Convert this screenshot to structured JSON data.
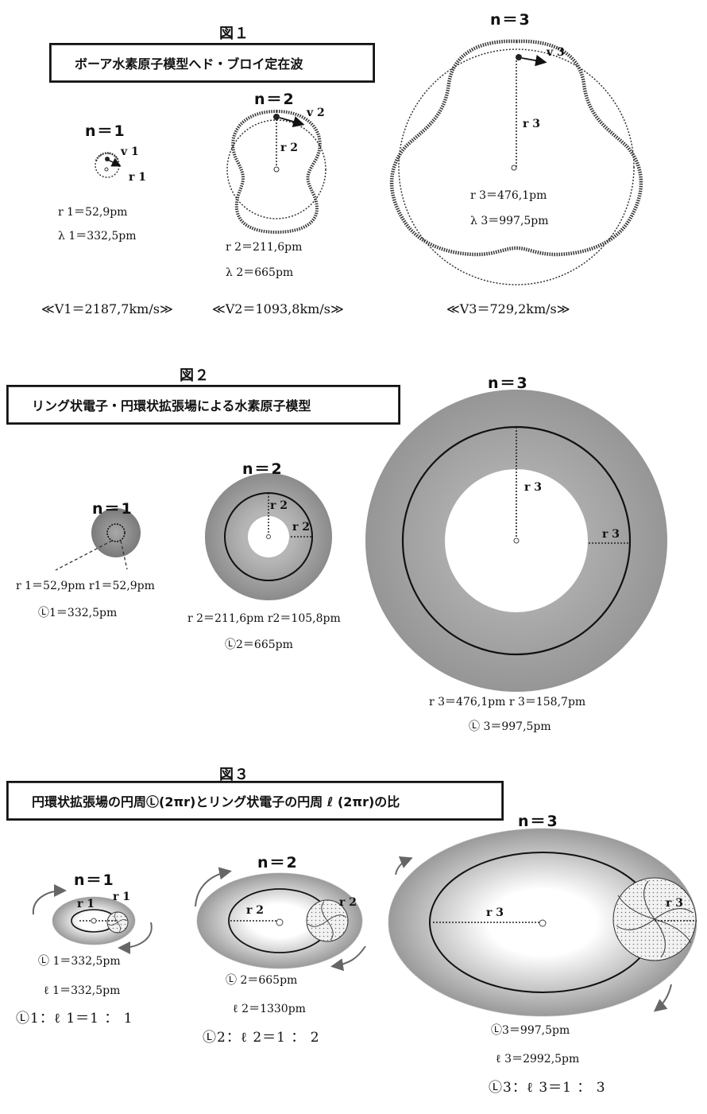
{
  "fig1": {
    "title": "図１",
    "caption": "ボーア水素原子模型へド・ブロイ定在波",
    "n1": {
      "label": "n＝1",
      "v": "v 1",
      "r": "r 1",
      "r_value": "r 1＝52,9pm",
      "lambda_value": "λ 1＝332,5pm",
      "velocity": "≪V1＝2187,7km/s≫"
    },
    "n2": {
      "label": "n＝2",
      "v": "v 2",
      "r": "r 2",
      "r_value": "r 2＝211,6pm",
      "lambda_value": "λ 2＝665pm",
      "velocity": "≪V2＝1093,8km/s≫"
    },
    "n3": {
      "label": "n＝3",
      "v": "v 3",
      "r": "r 3",
      "r_value": "r 3＝476,1pm",
      "lambda_value": "λ 3＝997,5pm",
      "velocity": "≪V3＝729,2km/s≫"
    }
  },
  "fig2": {
    "title": "図２",
    "caption": "リング状電子・円環状拡張場による水素原子模型",
    "n1": {
      "label": "n＝1",
      "r_values": "r 1＝52,9pm  r1＝52,9pm",
      "L_value": "Ⓛ1＝332,5pm"
    },
    "n2": {
      "label": "n＝2",
      "r": "r 2",
      "rr": "r 2",
      "r_values": "r 2＝211,6pm  r2＝105,8pm",
      "L_value": "Ⓛ2＝665pm"
    },
    "n3": {
      "label": "n＝3",
      "r": "r 3",
      "rr": "r 3",
      "r_values": "r 3＝476,1pm  r 3＝158,7pm",
      "L_value": "Ⓛ 3＝997,5pm"
    }
  },
  "fig3": {
    "title": "図３",
    "caption": "円環状拡張場の円周Ⓛ(2πr)とリング状電子の円周 ℓ (2πr)の比",
    "n1": {
      "label": "n＝1",
      "r": "r 1",
      "rr": "r 1",
      "L_value": "Ⓛ 1＝332,5pm",
      "l_value": "ℓ 1＝332,5pm",
      "ratio": "Ⓛ1：ℓ 1＝1 ： 1"
    },
    "n2": {
      "label": "n＝2",
      "r": "r 2",
      "rr": "r 2",
      "L_value": "Ⓛ 2＝665pm",
      "l_value": "ℓ 2＝1330pm",
      "ratio": "Ⓛ2：ℓ 2＝1 ： 2"
    },
    "n3": {
      "label": "n＝3",
      "r": "r 3",
      "rr": "r 3",
      "L_value": "Ⓛ3＝997,5pm",
      "l_value": "ℓ 3＝2992,5pm",
      "ratio": "Ⓛ3：ℓ 3＝1 ： 3"
    }
  },
  "colors": {
    "ink": "#111111",
    "field_gray": "#8c8c8c",
    "light_gray": "#d9d9d9",
    "white": "#ffffff"
  }
}
